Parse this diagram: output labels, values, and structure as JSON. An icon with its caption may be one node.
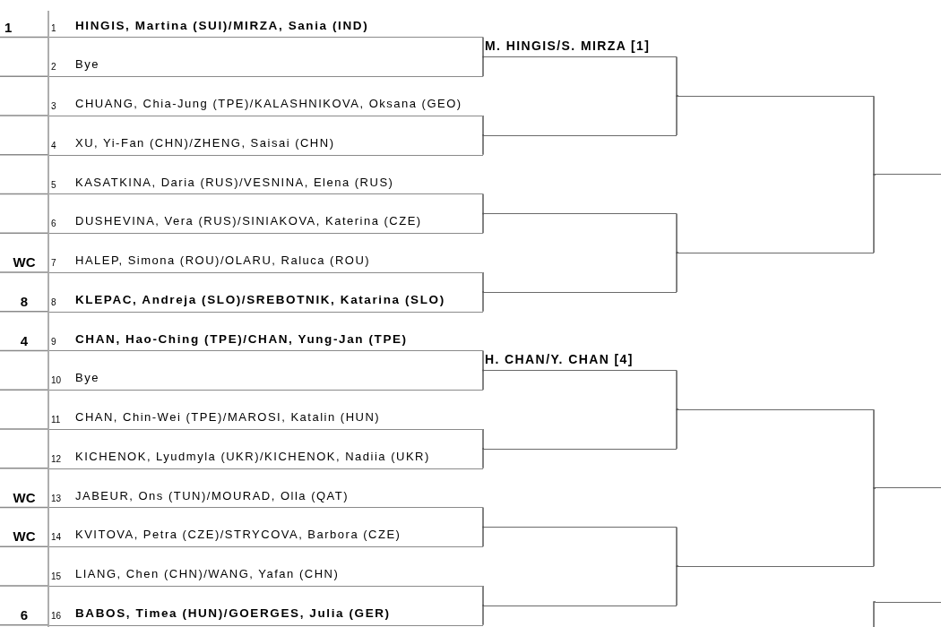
{
  "diagram": {
    "nodes": [
      {
        "text": [
          "1",
          "HINGIS, Martina (SUI)/MIRZA, Sania (IND)"
        ],
        "beside": [
          "1"
        ]
      },
      {
        "text": [
          "2",
          "Bye"
        ]
      },
      {
        "text": [
          "3",
          "CHUANG, Chia-Jung (TPE)/KALASHNIKOVA, Oksana (GEO)"
        ]
      },
      {
        "text": [
          "4",
          "XU, Yi-Fan (CHN)/ZHENG, Saisai (CHN)"
        ]
      },
      {
        "text": [
          "5",
          "KASATKINA, Daria (RUS)/VESNINA, Elena (RUS)"
        ]
      },
      {
        "text": [
          "6",
          "DUSHEVINA, Vera (RUS)/SINIAKOVA, Katerina (CZE)"
        ]
      },
      {
        "text": [
          "7",
          "HALEP, Simona (ROU)/OLARU, Raluca (ROU)"
        ],
        "beside": [
          "WC"
        ]
      },
      {
        "text": [
          "8",
          "KLEPAC, Andreja (SLO)/SREBOTNIK, Katarina (SLO)"
        ],
        "beside": [
          "8"
        ]
      },
      {
        "text": [
          "9",
          "CHAN, Hao-Ching (TPE)/CHAN, Yung-Jan (TPE)"
        ],
        "beside": [
          "4"
        ]
      },
      {
        "text": [
          "10",
          "Bye"
        ]
      },
      {
        "text": [
          "11",
          "CHAN, Chin-Wei (TPE)/MAROSI, Katalin (HUN)"
        ]
      },
      {
        "text": [
          "12",
          "KICHENOK, Lyudmyla (UKR)/KICHENOK, Nadiia (UKR)"
        ]
      },
      {
        "text": [
          "13",
          "JABEUR, Ons (TUN)/MOURAD, Olla (QAT)"
        ],
        "beside": [
          "WC"
        ]
      },
      {
        "text": [
          "14",
          "KVITOVA, Petra (CZE)/STRYCOVA, Barbora (CZE)"
        ],
        "beside": [
          "WC"
        ]
      },
      {
        "text": [
          "15",
          "LIANG, Chen (CHN)/WANG, Yafan (CHN)"
        ]
      },
      {
        "text": [
          "16",
          "BABOS, Timea (HUN)/GOERGES, Julia (GER)"
        ],
        "beside": [
          "6"
        ]
      },
      {
        "text": [
          "M. HINGIS/S. MIRZA [1]"
        ]
      },
      {
        "text": [],
        "shape": "line"
      },
      {
        "text": [],
        "shape": "line"
      },
      {
        "text": [],
        "shape": "line"
      },
      {
        "text": [
          "H. CHAN/Y. CHAN [4]"
        ]
      },
      {
        "text": [],
        "shape": "line"
      },
      {
        "text": [],
        "shape": "line"
      },
      {
        "text": [],
        "shape": "line"
      },
      {
        "text": [],
        "shape": "line"
      },
      {
        "text": [],
        "shape": "line"
      },
      {
        "text": [],
        "shape": "line"
      },
      {
        "text": [],
        "shape": "line"
      },
      {
        "text": [],
        "shape": "line"
      },
      {
        "text": [],
        "shape": "line"
      },
      {
        "text": [],
        "shape": "line"
      }
    ],
    "edges": [
      {
        "from": 0,
        "to": 16,
        "arrow": "none"
      },
      {
        "from": 1,
        "to": 16,
        "arrow": "none"
      },
      {
        "from": 2,
        "to": 17,
        "arrow": "none"
      },
      {
        "from": 3,
        "to": 17,
        "arrow": "none"
      },
      {
        "from": 4,
        "to": 18,
        "arrow": "none"
      },
      {
        "from": 5,
        "to": 18,
        "arrow": "none"
      },
      {
        "from": 6,
        "to": 19,
        "arrow": "none"
      },
      {
        "from": 7,
        "to": 19,
        "arrow": "none"
      },
      {
        "from": 8,
        "to": 20,
        "arrow": "none"
      },
      {
        "from": 9,
        "to": 20,
        "arrow": "none"
      },
      {
        "from": 10,
        "to": 21,
        "arrow": "none"
      },
      {
        "from": 11,
        "to": 21,
        "arrow": "none"
      },
      {
        "from": 12,
        "to": 22,
        "arrow": "none"
      },
      {
        "from": 13,
        "to": 22,
        "arrow": "none"
      },
      {
        "from": 14,
        "to": 23,
        "arrow": "none"
      },
      {
        "from": 15,
        "to": 23,
        "arrow": "none"
      },
      {
        "from": 16,
        "to": 24,
        "arrow": "none"
      },
      {
        "from": 17,
        "to": 24,
        "arrow": "none"
      },
      {
        "from": 18,
        "to": 25,
        "arrow": "none"
      },
      {
        "from": 19,
        "to": 25,
        "arrow": "none"
      },
      {
        "from": 20,
        "to": 26,
        "arrow": "none"
      },
      {
        "from": 21,
        "to": 26,
        "arrow": "none"
      },
      {
        "from": 22,
        "to": 27,
        "arrow": "none"
      },
      {
        "from": 23,
        "to": 27,
        "arrow": "none"
      },
      {
        "from": 24,
        "to": 28,
        "arrow": "none"
      },
      {
        "from": 25,
        "to": 28,
        "arrow": "none"
      },
      {
        "from": 26,
        "to": 29,
        "arrow": "none"
      },
      {
        "from": 27,
        "to": 29,
        "arrow": "none"
      },
      {
        "from": null,
        "to": 30,
        "arrow": "none"
      }
    ]
  }
}
